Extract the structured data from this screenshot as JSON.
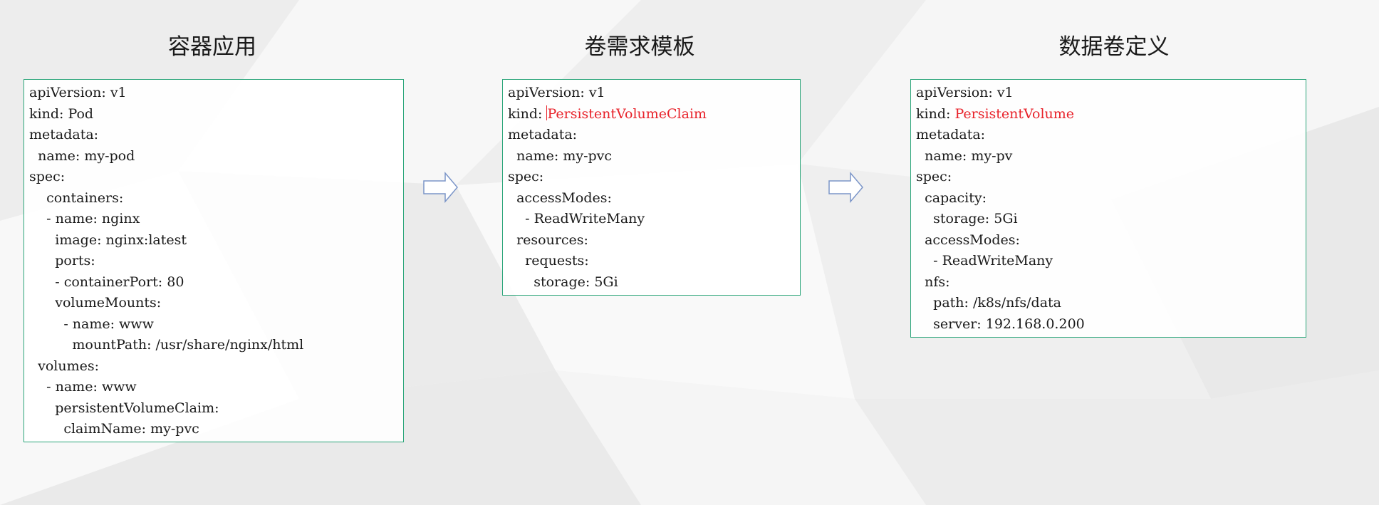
{
  "columns": [
    {
      "title": "容器应用",
      "lines": [
        {
          "text": "apiVersion: v1"
        },
        {
          "prefix": "kind: ",
          "text": "Pod"
        },
        {
          "text": "metadata:"
        },
        {
          "text": "  name: my-pod"
        },
        {
          "text": "spec:"
        },
        {
          "text": "    containers:"
        },
        {
          "text": "    - name: nginx"
        },
        {
          "text": "      image: nginx:latest"
        },
        {
          "text": "      ports:"
        },
        {
          "text": "      - containerPort: 80"
        },
        {
          "text": "      volumeMounts:"
        },
        {
          "text": "        - name: www"
        },
        {
          "text": "          mountPath: /usr/share/nginx/html"
        },
        {
          "text": "  volumes:"
        },
        {
          "text": "    - name: www"
        },
        {
          "text": "      persistentVolumeClaim:"
        },
        {
          "text": "        claimName: my-pvc"
        }
      ]
    },
    {
      "title": "卷需求模板",
      "lines": [
        {
          "text": "apiVersion: v1"
        },
        {
          "prefix": "kind: ",
          "highlight": "PersistentVolumeClaim",
          "cursor": true
        },
        {
          "text": "metadata:"
        },
        {
          "text": "  name: my-pvc"
        },
        {
          "text": "spec:"
        },
        {
          "text": "  accessModes:"
        },
        {
          "text": "    - ReadWriteMany"
        },
        {
          "text": "  resources:"
        },
        {
          "text": "    requests:"
        },
        {
          "text": "      storage: 5Gi"
        }
      ]
    },
    {
      "title": "数据卷定义",
      "lines": [
        {
          "text": "apiVersion: v1"
        },
        {
          "prefix": "kind: ",
          "highlight": "PersistentVolume"
        },
        {
          "text": "metadata:"
        },
        {
          "text": "  name: my-pv"
        },
        {
          "text": "spec:"
        },
        {
          "text": "  capacity:"
        },
        {
          "text": "    storage: 5Gi"
        },
        {
          "text": "  accessModes:"
        },
        {
          "text": "    - ReadWriteMany"
        },
        {
          "text": "  nfs:"
        },
        {
          "text": "    path: /k8s/nfs/data"
        },
        {
          "text": "    server: 192.168.0.200"
        }
      ]
    }
  ],
  "colors": {
    "box_border": "#2aa579",
    "highlight_text": "#e8222a",
    "arrow_stroke": "#7b95c8",
    "background": "#f3f3f3"
  },
  "icons": [
    "right-arrow-icon",
    "right-arrow-icon"
  ]
}
